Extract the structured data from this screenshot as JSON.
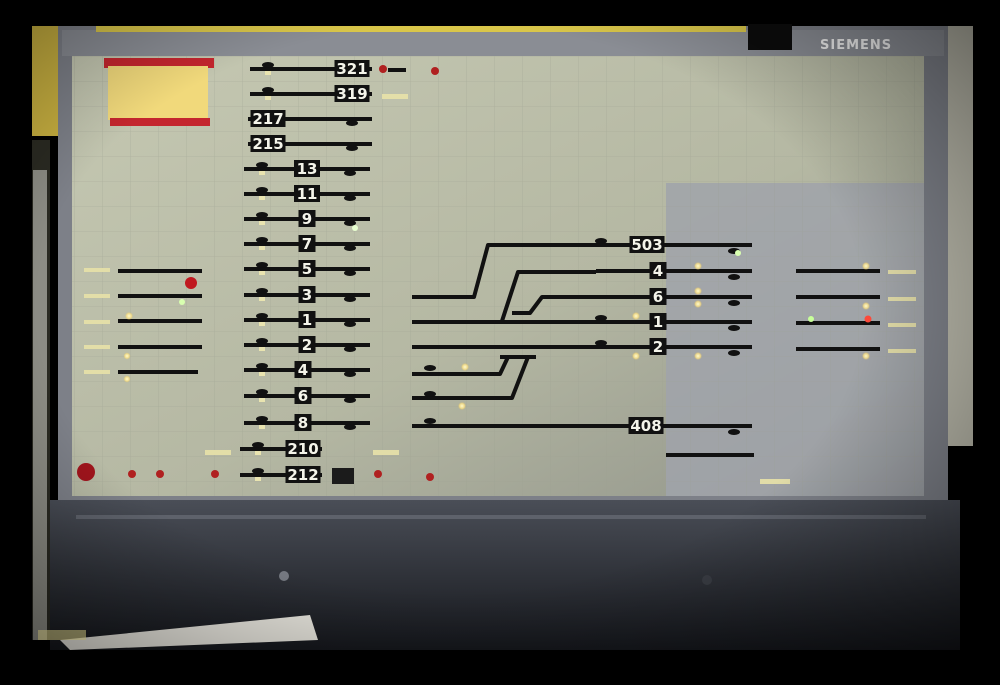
{
  "brand": "SIEMENS",
  "left_tracks": [
    "321",
    "319",
    "217",
    "215",
    "13",
    "11",
    "9",
    "7",
    "5",
    "3",
    "1",
    "2",
    "4",
    "6",
    "8",
    "210",
    "212"
  ],
  "right_tracks": [
    "503",
    "4",
    "6",
    "1",
    "2",
    "408"
  ],
  "colors": {
    "panel": "#b9bca6",
    "panel_shaded": "#9fa2a8",
    "frame": "#7c7f86",
    "track": "#111111",
    "lamp_lit": "#fff2a0",
    "lamp_red": "#ff4a3a",
    "lamp_green": "#c8ff9a",
    "sticky_note": "#f1d97b"
  }
}
